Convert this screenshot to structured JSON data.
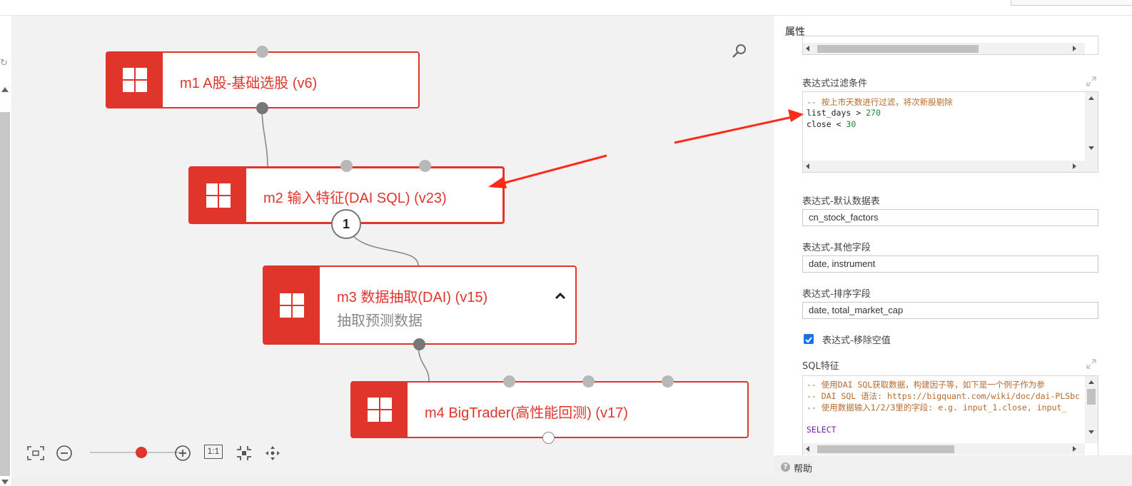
{
  "workflow": {
    "nodes": [
      {
        "id": "m1",
        "title": "m1 A股-基础选股 (v6)",
        "subtitle": ""
      },
      {
        "id": "m2",
        "title": "m2 输入特征(DAI SQL) (v23)",
        "subtitle": ""
      },
      {
        "id": "m3",
        "title": "m3 数据抽取(DAI) (v15)",
        "subtitle": "抽取预测数据"
      },
      {
        "id": "m4",
        "title": "m4 BigTrader(高性能回测) (v17)",
        "subtitle": ""
      }
    ],
    "port_badge": "1",
    "zoom": {
      "ratio_label": "1:1",
      "level": 0.82
    }
  },
  "panel": {
    "title": "属性",
    "filter": {
      "label": "表达式过滤条件",
      "lines": [
        {
          "text": "-- 按上市天数进行过滤，将次新股剔除",
          "kind": "comment"
        },
        {
          "text": "list_days > 270",
          "kind": "ident"
        },
        {
          "text": "close < 30",
          "kind": "ident"
        }
      ]
    },
    "default_table": {
      "label": "表达式-默认数据表",
      "value": "cn_stock_factors"
    },
    "other_fields": {
      "label": "表达式-其他字段",
      "value": "date, instrument"
    },
    "order_fields": {
      "label": "表达式-排序字段",
      "value": "date, total_market_cap"
    },
    "drop_null": {
      "label": "表达式-移除空值",
      "checked": true
    },
    "sql": {
      "label": "SQL特征",
      "lines": [
        {
          "text": "-- 使用DAI SQL获取数据，构建因子等，如下是一个例子作为参",
          "kind": "comment"
        },
        {
          "text": "-- DAI SQL 语法: https://bigquant.com/wiki/doc/dai-PLSbc",
          "kind": "comment"
        },
        {
          "text": "-- 使用数据输入1/2/3里的字段: e.g. input_1.close, input_",
          "kind": "comment"
        },
        {
          "text": "",
          "kind": "ident"
        },
        {
          "text": "SELECT",
          "kind": "kw"
        }
      ]
    },
    "help": "帮助"
  },
  "colors": {
    "accent": "#e0352b",
    "annotation": "#ff2a1a",
    "checkbox": "#1a73e8"
  },
  "icons": [
    "refresh-icon",
    "search-icon",
    "module-grid-icon",
    "collapse-up-icon",
    "fit-view-icon",
    "zoom-out-icon",
    "zoom-in-icon",
    "actual-size-icon",
    "center-icon",
    "pan-icon",
    "expand-icon",
    "help-icon"
  ]
}
